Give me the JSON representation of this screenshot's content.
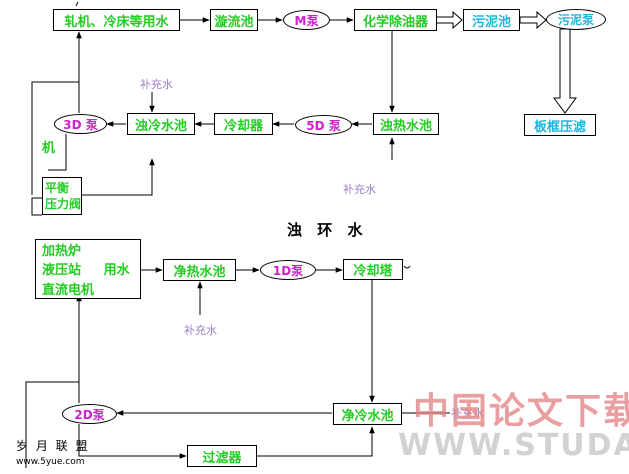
{
  "nodes": {
    "rolling_mill_water": "轧机、冷床等用水",
    "swirl_pool": "漩流池",
    "m_pump": "M泵",
    "chem_oil_remover": "化学除油器",
    "sludge_pool": "污泥池",
    "sludge_pump": "污泥泵",
    "plate_filter_press": "板框压滤",
    "turbid_hot_pool": "浊热水池",
    "pump_5d": "5D 泵",
    "cooler": "冷却器",
    "turbid_cold_pool": "浊冷水池",
    "pump_3d": "3D 泵",
    "machine_char": "机",
    "balance_valve_line1": "平衡",
    "balance_valve_line2": "压力阀",
    "heater_line1": "加热炉",
    "heater_line2": "液压站     用水",
    "heater_line3": "直流电机",
    "clean_hot_pool": "净热水池",
    "pump_1d": "1D泵",
    "cooling_tower": "冷却塔",
    "clean_cold_pool": "净冷水池",
    "pump_2d": "2D泵",
    "filter": "过滤器"
  },
  "labels": {
    "makeup_water_1": "补充水",
    "makeup_water_2": "补充水",
    "makeup_water_3": "补充水",
    "makeup_water_4": "补充水",
    "section_title": "浊 环 水"
  },
  "watermarks": {
    "cn_paper_download": "中国论文下载",
    "studa": "WWW.STUDA."
  },
  "branding": {
    "site_name": "岁 月 联 盟",
    "site_url": "www.5yue.com"
  }
}
